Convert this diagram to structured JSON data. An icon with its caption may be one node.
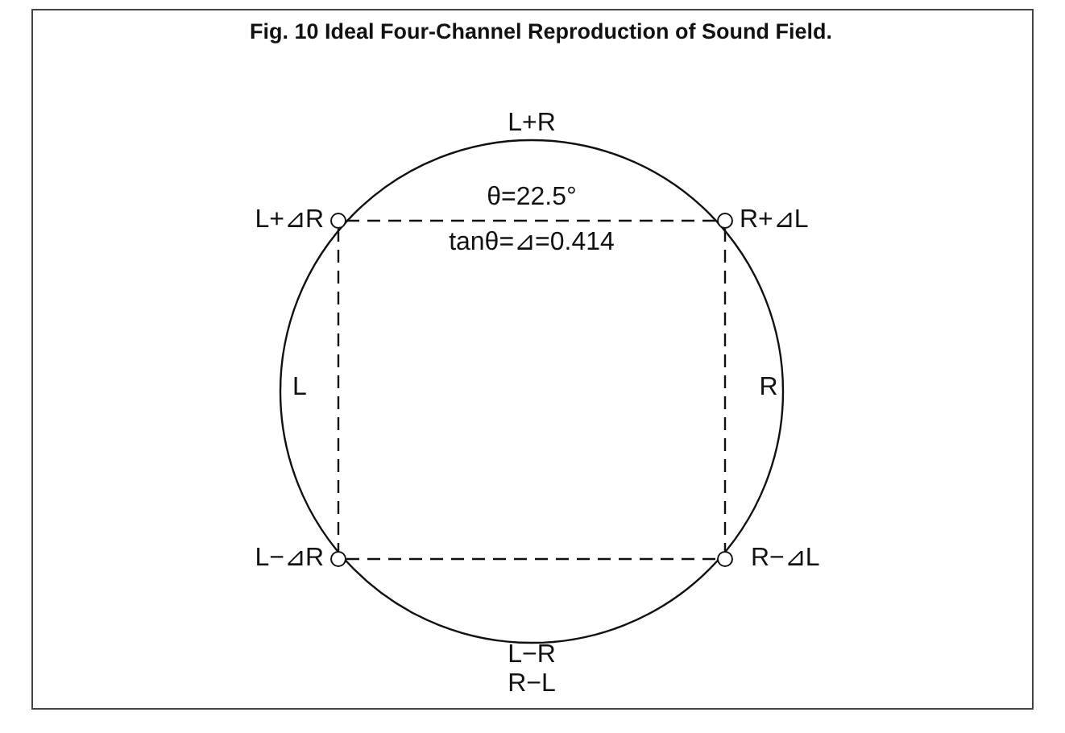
{
  "diagram": {
    "title": "Fig. 10 Ideal Four-Channel Reproduction of Sound Field.",
    "nodes": [
      {
        "text": [],
        "shape": "circle",
        "beside": [
          "L+⊿R"
        ]
      },
      {
        "text": [],
        "shape": "circle",
        "beside": [
          "R+⊿L"
        ]
      },
      {
        "text": [],
        "shape": "circle",
        "beside": [
          "L−⊿R"
        ]
      },
      {
        "text": [],
        "shape": "circle",
        "beside": [
          "R−⊿L"
        ]
      }
    ],
    "edges": [
      {
        "from": 0,
        "to": 1,
        "arrow": "none",
        "style": "dashed"
      },
      {
        "from": 0,
        "to": 2,
        "arrow": "none",
        "style": "dashed"
      },
      {
        "from": 1,
        "to": 3,
        "arrow": "none",
        "style": "dashed"
      },
      {
        "from": 2,
        "to": 3,
        "arrow": "none",
        "style": "dashed"
      }
    ],
    "labels": [
      "L+R",
      "θ=22.5°",
      "tanθ=⊿=0.414",
      "L",
      "R",
      "L−R",
      "R−L"
    ]
  }
}
